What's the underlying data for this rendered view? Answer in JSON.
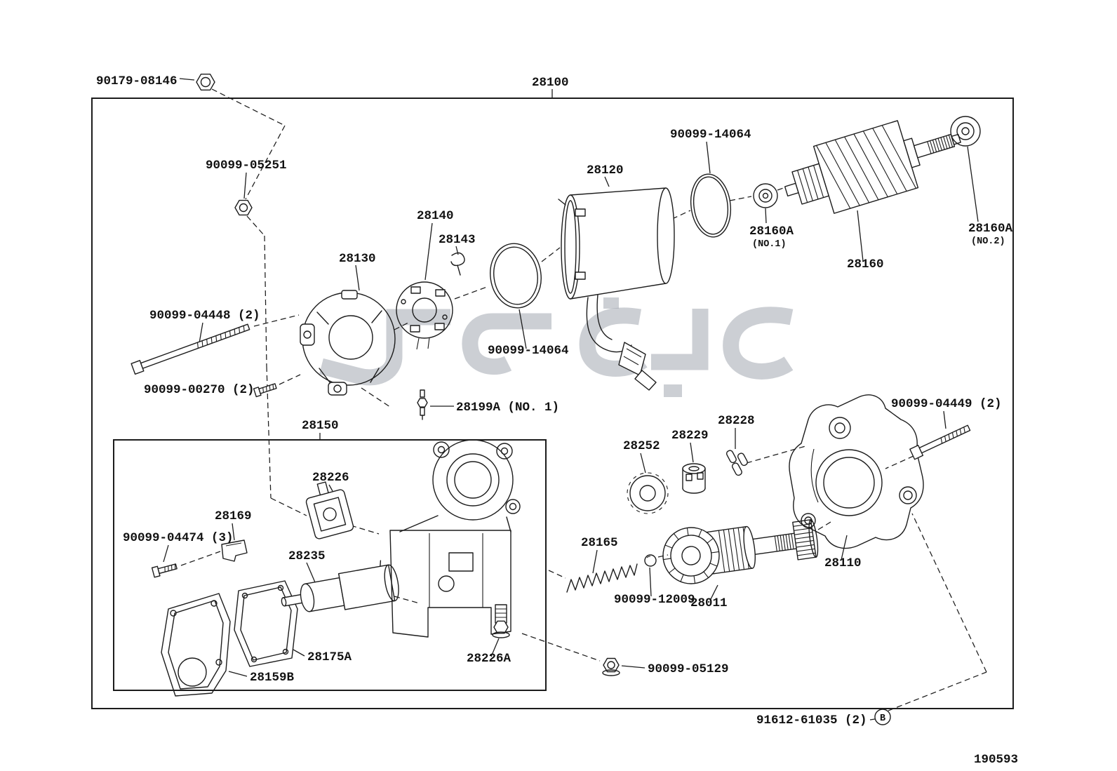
{
  "diagram": {
    "assembly_number": "28100",
    "figure_number": "190593",
    "labels": {
      "nut_90179_08146": "90179-08146",
      "assembly_28100": "28100",
      "nut_90099_05251": "90099-05251",
      "part_28140": "28140",
      "part_28143": "28143",
      "part_28130": "28130",
      "part_28120": "28120",
      "oring_90099_14064_upper": "90099-14064",
      "oring_90099_14064_lower": "90099-14064",
      "bearing_28160a_no1": "28160A",
      "bearing_28160a_no1_note": "(NO.1)",
      "bearing_28160a_no2": "28160A",
      "bearing_28160a_no2_note": "(NO.2)",
      "part_28160": "28160",
      "bolt_90099_04448": "90099-04448 (2)",
      "screw_90099_00270": "90099-00270 (2)",
      "part_28199a": "28199A (NO. 1)",
      "part_28150": "28150",
      "part_28226": "28226",
      "part_28169": "28169",
      "screw_90099_04474": "90099-04474 (3)",
      "part_28235": "28235",
      "part_28175a": "28175A",
      "part_28159b": "28159B",
      "part_28226a": "28226A",
      "part_28252": "28252",
      "part_28229": "28229",
      "part_28228": "28228",
      "part_28165": "28165",
      "ball_90099_12009": "90099-12009",
      "part_28011": "28011",
      "part_28110": "28110",
      "bolt_90099_04449": "90099-04449 (2)",
      "nut_90099_05129": "90099-05129",
      "bolt_91612_61035": "91612-61035 (2)",
      "ref_b": "B",
      "figure_number": "190593"
    }
  }
}
